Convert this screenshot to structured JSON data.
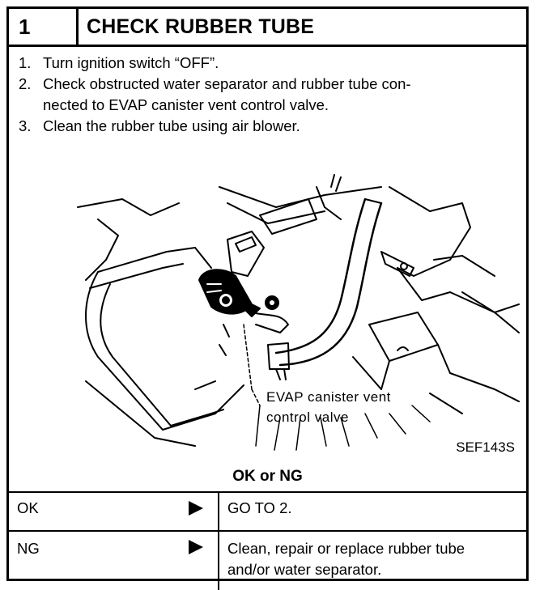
{
  "header": {
    "step_number": "1",
    "title": "CHECK RUBBER TUBE"
  },
  "steps": [
    {
      "num": "1.",
      "text": "Turn ignition switch “OFF”."
    },
    {
      "num": "2.",
      "text": "Check obstructed water separator and rubber tube con-",
      "text2": "nected to EVAP canister vent control valve."
    },
    {
      "num": "3.",
      "text": "Clean the rubber tube using air blower."
    }
  ],
  "figure": {
    "callout_line1": "EVAP canister vent",
    "callout_line2": "control valve",
    "code": "SEF143S"
  },
  "result": {
    "title": "OK or NG",
    "rows": [
      {
        "label": "OK",
        "icon": "arrow-right-icon",
        "action": "GO TO 2."
      },
      {
        "label": "NG",
        "icon": "arrow-right-icon",
        "action_line1": "Clean, repair or replace rubber tube",
        "action_line2": "and/or water separator."
      }
    ]
  }
}
